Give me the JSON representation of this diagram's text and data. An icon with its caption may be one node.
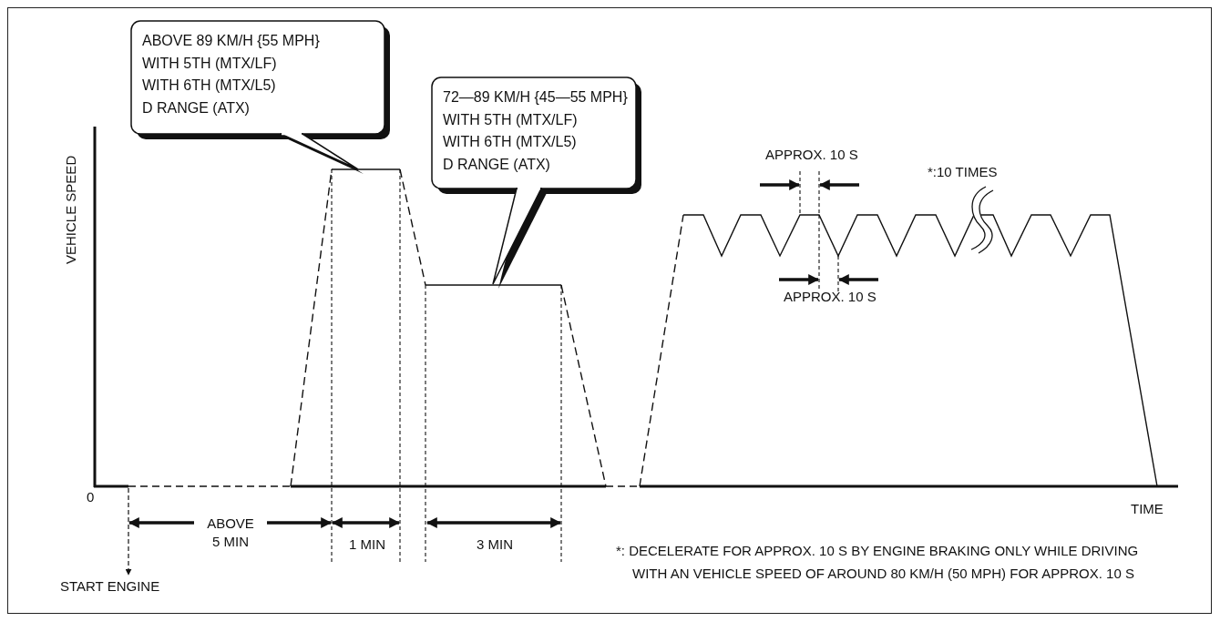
{
  "diagram": {
    "nodes": [
      {
        "text": [
          "ABOVE 89 KM/H {55 MPH}",
          "WITH 5TH (MTX/LF)",
          "WITH 6TH (MTX/L5)",
          "D RANGE (ATX)"
        ]
      },
      {
        "text": [
          "72—89 KM/H {45—55 MPH}",
          "WITH 5TH (MTX/LF)",
          "WITH 6TH (MTX/L5)",
          "D RANGE (ATX)"
        ]
      },
      {
        "text": [
          "START ENGINE"
        ]
      }
    ],
    "edges": [
      {
        "from": null,
        "to": 2,
        "arrow": "to",
        "style": "dashed"
      }
    ],
    "labels": [
      "VEHICLE SPEED",
      "0",
      "APPROX. 10 S",
      "*:10 TIMES",
      "APPROX. 10 S",
      "TIME",
      "ABOVE 5 MIN",
      "1 MIN",
      "3 MIN",
      "*: DECELERATE FOR APPROX. 10 S BY ENGINE BRAKING ONLY WHILE DRIVING WITH AN VEHICLE SPEED OF AROUND 80 KM/H (50 MPH) FOR APPROX. 10 S"
    ]
  }
}
